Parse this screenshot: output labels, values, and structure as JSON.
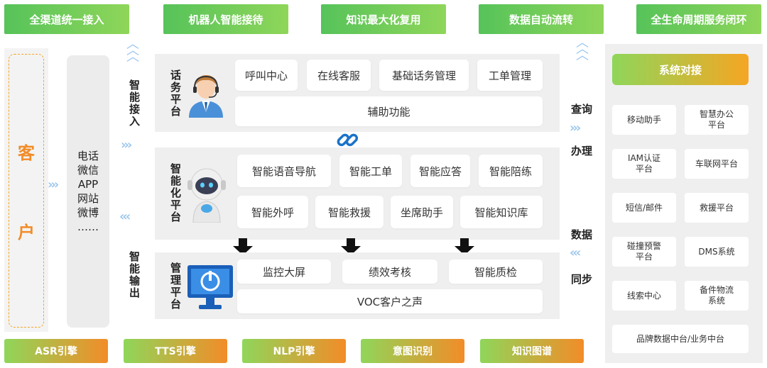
{
  "top_headers": [
    "全渠道统一接入",
    "机器人智能接待",
    "知识最大化复用",
    "数据自动流转",
    "全生命周期服务闭环"
  ],
  "customer_label": [
    "客",
    "户"
  ],
  "channels": [
    "电话",
    "微信",
    "APP",
    "网站",
    "微博",
    "……"
  ],
  "left_labels": {
    "in": "智能接入",
    "out": "智能输出"
  },
  "panels": {
    "hw": {
      "title": "话务平台",
      "items": [
        "呼叫中心",
        "在线客服",
        "基础话务管理",
        "工单管理"
      ],
      "wide": "辅助功能"
    },
    "ai": {
      "title": "智能化平台",
      "row1": [
        "智能语音导航",
        "智能工单",
        "智能应答",
        "智能陪练"
      ],
      "row2": [
        "智能外呼",
        "智能救援",
        "坐席助手",
        "智能知识库"
      ]
    },
    "mgmt": {
      "title": "管理平台",
      "items": [
        "监控大屏",
        "绩效考核",
        "智能质检"
      ],
      "wide": "VOC客户之声"
    }
  },
  "mid_labels": {
    "query": "查询",
    "handle": "办理",
    "data": "数据",
    "sync": "同步"
  },
  "right": {
    "header": "系统对接",
    "items": [
      [
        "移动助手",
        "智慧办公\n平台"
      ],
      [
        "IAM认证\n平台",
        "车联网平台"
      ],
      [
        "短信/邮件",
        "救援平台"
      ],
      [
        "碰撞预警\n平台",
        "DMS系统"
      ],
      [
        "线索中心",
        "备件物流\n系统"
      ]
    ],
    "wide": "品牌数据中台/业务中台"
  },
  "engines": [
    "ASR引擎",
    "TTS引擎",
    "NLP引擎",
    "意图识别",
    "知识图谱"
  ],
  "colors": {
    "green": "#56c35a",
    "orange": "#f28c28",
    "blue": "#1a73c9",
    "light_blue": "#9ec7ee"
  }
}
